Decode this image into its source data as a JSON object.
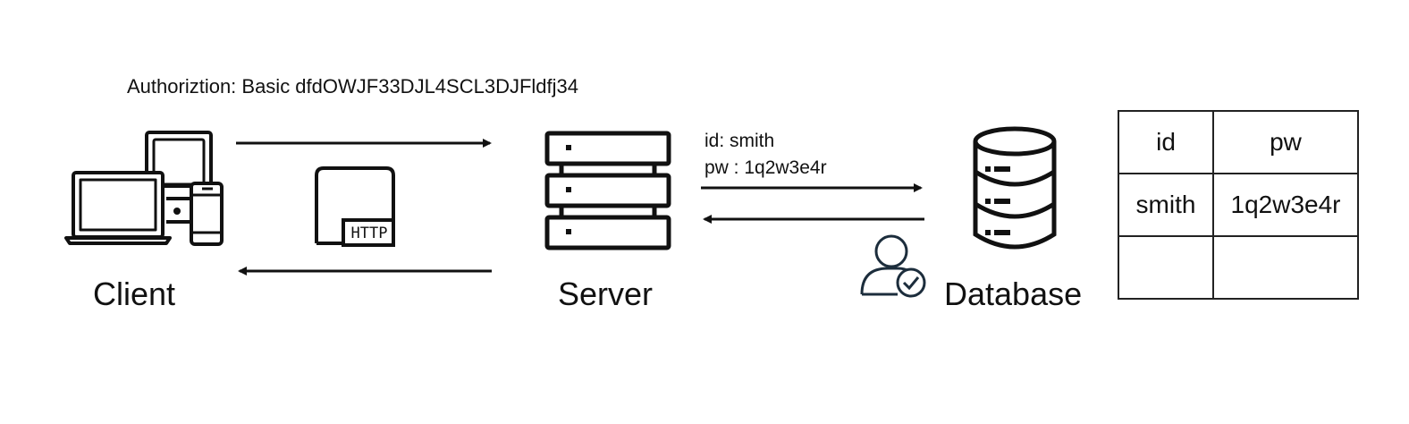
{
  "auth_header": "Authoriztion: Basic dfdOWJF33DJL4SCL3DJFldfj34",
  "nodes": {
    "client": "Client",
    "server": "Server",
    "database": "Database"
  },
  "http_badge": "HTTP",
  "credentials": {
    "id_line": "id: smith",
    "pw_line": "pw : 1q2w3e4r"
  },
  "db_table": {
    "headers": [
      "id",
      "pw"
    ],
    "rows": [
      [
        "smith",
        "1q2w3e4r"
      ],
      [
        "",
        ""
      ]
    ]
  },
  "icons": [
    "devices-icon",
    "http-document-icon",
    "server-rack-icon",
    "database-icon",
    "user-verified-icon"
  ]
}
